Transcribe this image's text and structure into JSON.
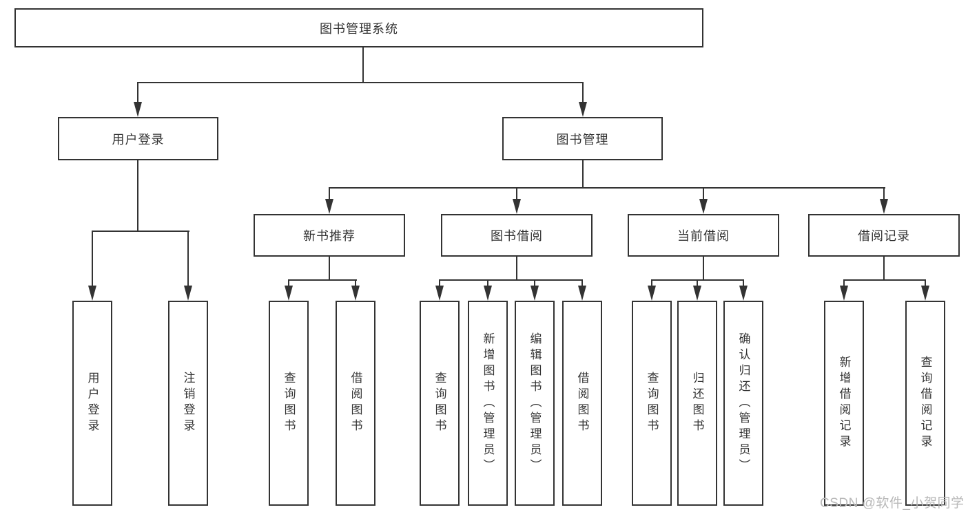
{
  "tree": {
    "root": "图书管理系统",
    "branches": [
      {
        "label": "用户登录",
        "children": [
          "用户登录",
          "注销登录"
        ]
      },
      {
        "label": "图书管理",
        "groups": [
          {
            "label": "新书推荐",
            "children": [
              "查询图书",
              "借阅图书"
            ]
          },
          {
            "label": "图书借阅",
            "children": [
              "查询图书",
              "新增图书（管理员）",
              "编辑图书（管理员）",
              "借阅图书"
            ]
          },
          {
            "label": "当前借阅",
            "children": [
              "查询图书",
              "归还图书",
              "确认归还（管理员）"
            ]
          },
          {
            "label": "借阅记录",
            "children": [
              "新增借阅记录",
              "查询借阅记录"
            ]
          }
        ]
      }
    ]
  },
  "watermark": {
    "text": "CSDN @软件_小贺同学"
  },
  "colors": {
    "line": "#333333",
    "text": "#333333",
    "box_background": "#ffffff",
    "page_background": "#ffffff",
    "watermark": "#b8b8b8"
  }
}
